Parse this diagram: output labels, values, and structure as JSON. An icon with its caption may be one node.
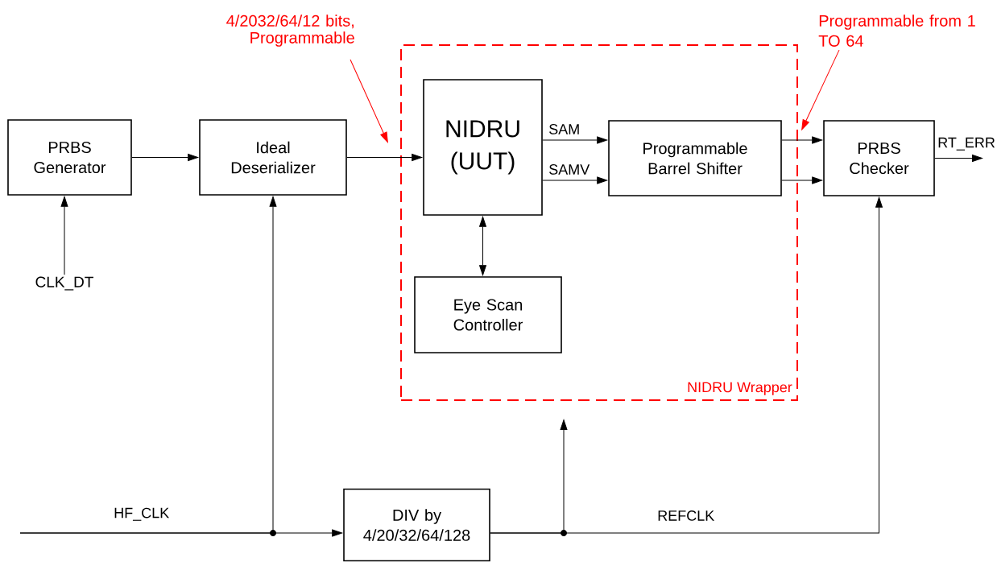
{
  "diagram": {
    "nodes": [
      {
        "text": [
          "PRBS Generator"
        ]
      },
      {
        "text": [
          "Ideal Deserializer"
        ]
      },
      {
        "text": [
          "NIDRU Wrapper"
        ]
      },
      {
        "text": [
          "NIDRU (UUT)"
        ],
        "in": 2
      },
      {
        "text": [
          "Programmable Barrel Shifter"
        ],
        "in": 2
      },
      {
        "text": [
          "Eye Scan Controller"
        ],
        "in": 2
      },
      {
        "text": [
          "PRBS Checker"
        ]
      },
      {
        "text": [
          "CLK_DT"
        ]
      },
      {
        "text": [
          "DIV by 4/20/32/64/128"
        ]
      },
      {
        "text": [
          "4/2032/64/12 bits, Programmable"
        ]
      },
      {
        "text": [
          "Programmable from 1 TO 64"
        ]
      }
    ],
    "edges": [
      {
        "from": 0,
        "to": 1,
        "arrow": "to"
      },
      {
        "from": 1,
        "to": 3,
        "arrow": "to"
      },
      {
        "from": 3,
        "to": 4,
        "arrow": "to",
        "label": "SAM"
      },
      {
        "from": 3,
        "to": 4,
        "arrow": "to",
        "label": "SAMV"
      },
      {
        "from": 4,
        "to": 6,
        "arrow": "to"
      },
      {
        "from": 4,
        "to": 6,
        "arrow": "to"
      },
      {
        "from": 3,
        "to": 5,
        "arrow": "both"
      },
      {
        "from": 7,
        "to": 0,
        "arrow": "to"
      },
      {
        "from": 6,
        "to": null,
        "arrow": "to",
        "label": "RT_ERR"
      },
      {
        "from": 9,
        "to": null,
        "arrow": "to",
        "color": "#ff0000"
      },
      {
        "from": 10,
        "to": 2,
        "arrow": "to",
        "color": "#ff0000"
      },
      {
        "from": null,
        "to": 8,
        "arrow": "to",
        "label": "HF_CLK"
      },
      {
        "from": null,
        "to": 1,
        "arrow": "to"
      },
      {
        "from": 8,
        "to": 6,
        "arrow": "to",
        "label": "REFCLK"
      },
      {
        "from": 8,
        "to": 2,
        "arrow": "to"
      }
    ]
  }
}
